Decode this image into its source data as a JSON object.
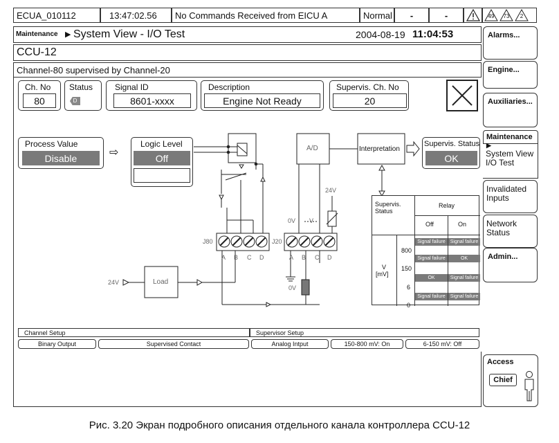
{
  "statusbar": {
    "unit": "ECUA_010112",
    "time": "13:47:02.56",
    "message": "No Commands Received from EICU A",
    "mode": "Normal",
    "f1": "-",
    "f2": "-",
    "counts": [
      "49",
      "73",
      "2"
    ]
  },
  "header": {
    "section": "Maintenance",
    "title": "System View - I/O Test",
    "date": "2004-08-19",
    "clock": "11:04:53",
    "controller": "CCU-12",
    "channel_text": "Channel-80 supervised by Channel-20"
  },
  "channel": {
    "ch_no_label": "Ch. No",
    "ch_no": "80",
    "status_label": "Status",
    "status_badge": "D",
    "signal_label": "Signal ID",
    "signal_id": "8601-xxxx",
    "desc_label": "Description",
    "description": "Engine Not Ready",
    "superv_label": "Supervis. Ch. No",
    "superv_ch": "20"
  },
  "diagram": {
    "process_label": "Process Value",
    "process_value": "Disable",
    "logic_label": "Logic Level",
    "logic_value": "Off",
    "ad_label": "A/D",
    "interp_label": "Interpretation",
    "superv_status_label": "Supervis. Status",
    "superv_status_value": "OK",
    "v24_top": "24V",
    "v24_left": "24V",
    "load": "Load",
    "zero_v": "0V",
    "v_mark": "V",
    "j80": "J80",
    "j20": "J20",
    "pins": [
      "A",
      "B",
      "C",
      "D"
    ]
  },
  "relay_table": {
    "status_header": "Supervis. Status",
    "relay_header": "Relay",
    "off": "Off",
    "on": "On",
    "axis_label_v": "V",
    "axis_label_unit": "[mV]",
    "ticks": [
      "800",
      "150",
      "6",
      "0"
    ],
    "rows": [
      [
        "Signal failure",
        "Signal failure"
      ],
      [
        "Signal failure",
        "OK"
      ],
      [
        "OK",
        "Signal failure"
      ],
      [
        "Signal failure",
        "Signal failure"
      ]
    ]
  },
  "setup": {
    "channel_setup": "Channel Setup",
    "supervisor_setup": "Supervisor Setup",
    "items": [
      "Binary Output",
      "Supervised Contact",
      "Analog Intput",
      "150-800 mV: On",
      "6-150 mV: Off"
    ]
  },
  "side_menu": {
    "alarms": "Alarms...",
    "engine": "Engine...",
    "aux": "Auxiliaries...",
    "maintenance": "Maintenance",
    "system_view": "System View I/O Test",
    "invalidated": "Invalidated Inputs",
    "network": "Network Status",
    "admin": "Admin...",
    "access": "Access",
    "chief": "Chief"
  },
  "caption": "Рис. 3.20 Экран подробного описания отдельного канала контроллера CCU-12"
}
